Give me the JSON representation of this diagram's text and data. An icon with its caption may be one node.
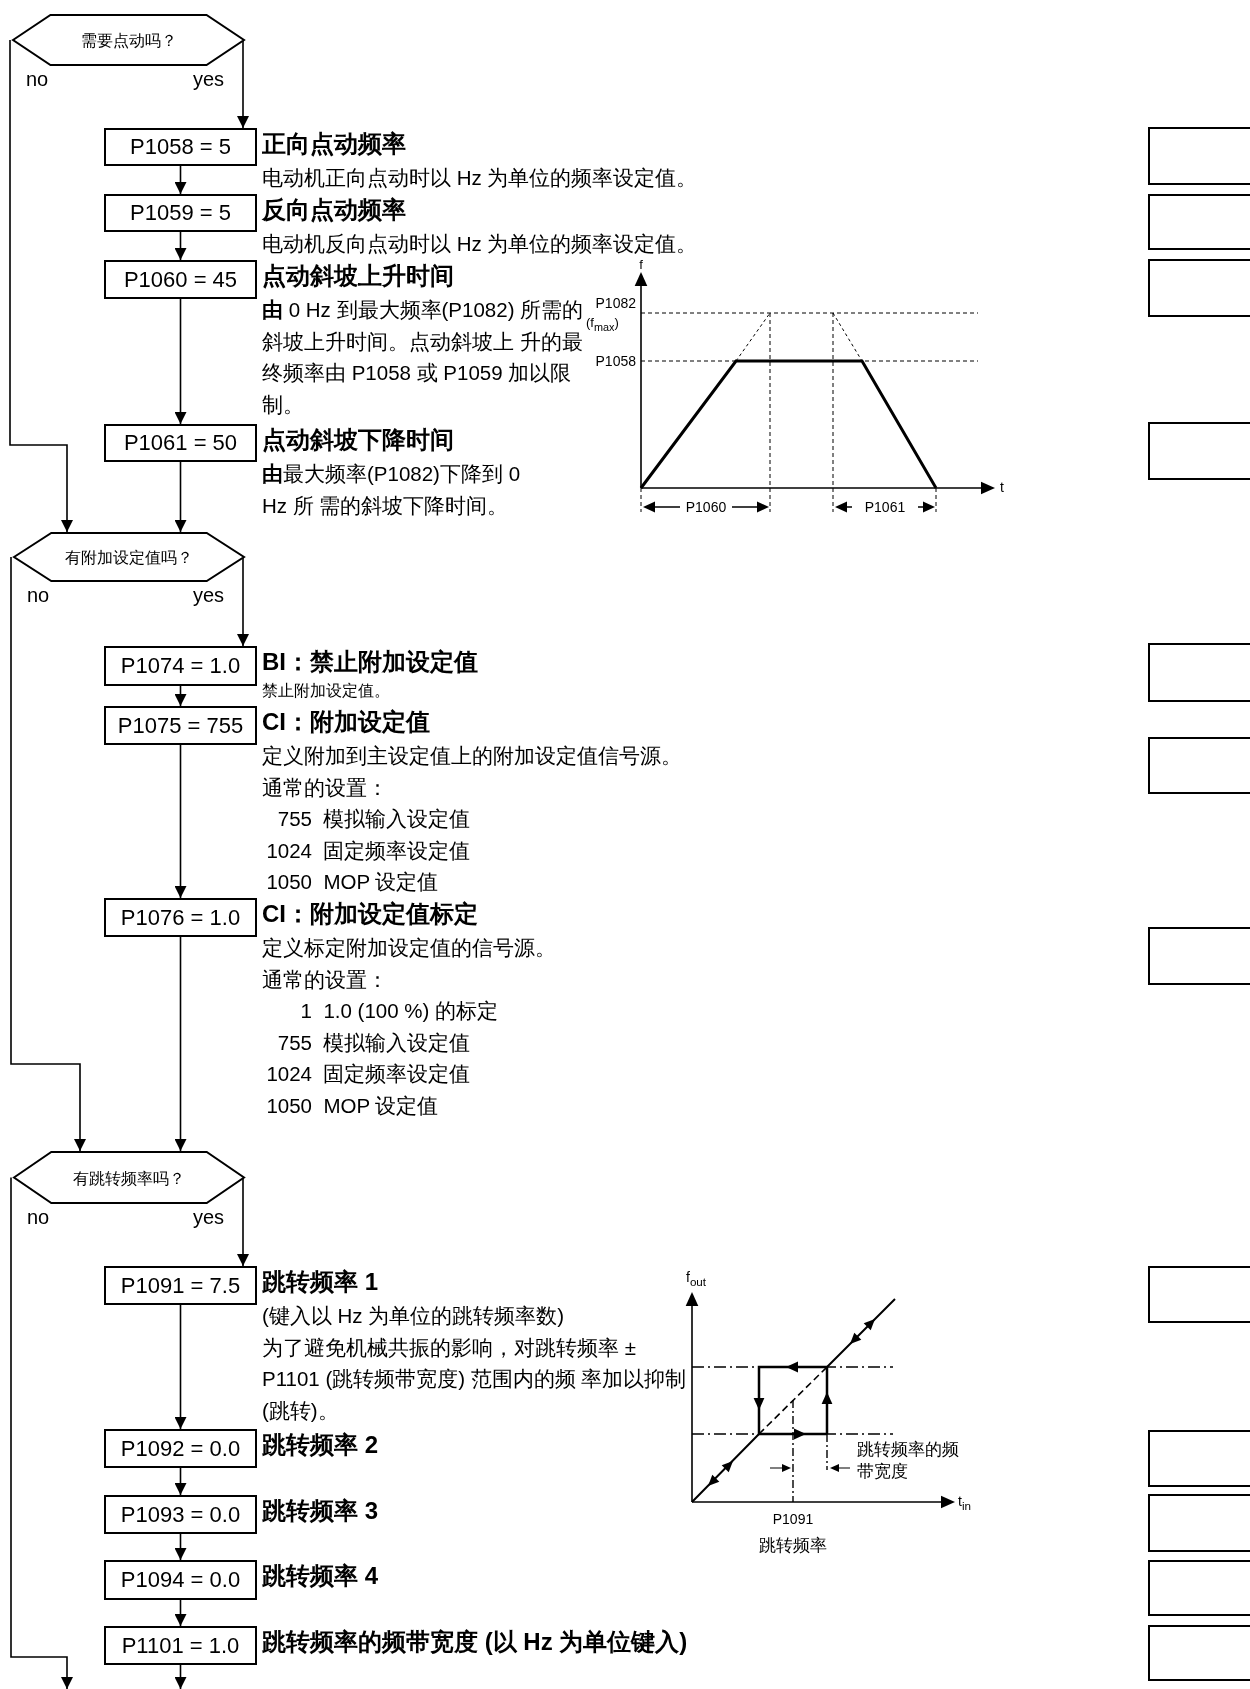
{
  "diagram": {
    "nodes": [
      {
        "text": [
          "需要点动吗？"
        ]
      },
      {
        "text": [
          "P1058 = 5"
        ],
        "beside": [
          "正向点动频率",
          "电动机正向点动时以 Hz 为单位的频率设定值。"
        ]
      },
      {
        "text": [
          "P1059 = 5"
        ],
        "beside": [
          "反向点动频率",
          "电动机反向点动时以 Hz 为单位的频率设定值。"
        ]
      },
      {
        "text": [
          "P1060 = 45"
        ],
        "beside": [
          "点动斜坡上升时间",
          "**由** 0 Hz 到最大频率(P1082) 所需的斜坡上升时间。点动斜坡上 升的最终频率由 P1058 或 P1059 加以限制。"
        ]
      },
      {
        "text": [
          "P1061 = 50"
        ],
        "beside": [
          "点动斜坡下降时间",
          "**由**最大频率(P1082)下降到 0 Hz 所 需的斜坡下降时间。"
        ]
      },
      {
        "text": [
          "有附加设定值吗？"
        ]
      },
      {
        "text": [
          "P1074 = 1.0"
        ],
        "beside": [
          "BI：禁止附加设定值",
          "禁止附加设定值。"
        ]
      },
      {
        "text": [
          "P1075 = 755"
        ],
        "beside": [
          "CI：附加设定值",
          "定义附加到主设定值上的附加设定值信号源。",
          "通常的设置：",
          "755 模拟输入设定值",
          "1024 固定频率设定值",
          "1050 MOP 设定值"
        ]
      },
      {
        "text": [
          "P1076 = 1.0"
        ],
        "beside": [
          "CI：附加设定值标定",
          "定义标定附加设定值的信号源。",
          "通常的设置：",
          "1 1.0 (100 %) 的标定",
          "755 模拟输入设定值",
          "1024 固定频率设定值",
          "1050 MOP 设定值"
        ]
      },
      {
        "text": [
          "有跳转频率吗？"
        ]
      },
      {
        "text": [
          "P1091 = 7.5"
        ],
        "beside": [
          "跳转频率 1",
          "(键入以 Hz 为单位的跳转频率数)",
          "为了避免机械共振的影响，对跳转频率 ± P1101 (跳转频带宽度) 范围内的频 率加以抑制(跳转)。"
        ]
      },
      {
        "text": [
          "P1092 = 0.0"
        ],
        "beside": [
          "跳转频率 2"
        ]
      },
      {
        "text": [
          "P1093 = 0.0"
        ],
        "beside": [
          "跳转频率 3"
        ]
      },
      {
        "text": [
          "P1094 = 0.0"
        ],
        "beside": [
          "跳转频率 4"
        ]
      },
      {
        "text": [
          "P1101 = 1.0"
        ],
        "beside": [
          "**跳转频率的频带宽度** (以 Hz 为单位键入)"
        ]
      },
      {
        "text": [],
        "shape": "box"
      },
      {
        "text": [],
        "shape": "box"
      },
      {
        "text": [],
        "shape": "box"
      },
      {
        "text": [],
        "shape": "box"
      },
      {
        "text": [],
        "shape": "box"
      },
      {
        "text": [],
        "shape": "box"
      },
      {
        "text": [],
        "shape": "box"
      },
      {
        "text": [],
        "shape": "box"
      },
      {
        "text": [],
        "shape": "box"
      },
      {
        "text": [],
        "shape": "box"
      },
      {
        "text": [],
        "shape": "box"
      },
      {
        "text": [],
        "shape": "box"
      }
    ],
    "edges": [
      {
        "from": 0,
        "to": 1,
        "arrow": "to",
        "label": "yes"
      },
      {
        "from": 1,
        "to": 2,
        "arrow": "to"
      },
      {
        "from": 2,
        "to": 3,
        "arrow": "to"
      },
      {
        "from": 3,
        "to": 4,
        "arrow": "to"
      },
      {
        "from": 4,
        "to": 5,
        "arrow": "to"
      },
      {
        "from": 0,
        "to": 5,
        "arrow": "to",
        "label": "no"
      },
      {
        "from": 5,
        "to": 6,
        "arrow": "to",
        "label": "yes"
      },
      {
        "from": 6,
        "to": 7,
        "arrow": "to"
      },
      {
        "from": 7,
        "to": 8,
        "arrow": "to"
      },
      {
        "from": 8,
        "to": 9,
        "arrow": "to"
      },
      {
        "from": 5,
        "to": 9,
        "arrow": "to",
        "label": "no"
      },
      {
        "from": 9,
        "to": 10,
        "arrow": "to",
        "label": "yes"
      },
      {
        "from": 10,
        "to": 11,
        "arrow": "to"
      },
      {
        "from": 11,
        "to": 12,
        "arrow": "to"
      },
      {
        "from": 12,
        "to": 13,
        "arrow": "to"
      },
      {
        "from": 13,
        "to": 14,
        "arrow": "to"
      },
      {
        "from": 14,
        "to": null,
        "arrow": "to"
      },
      {
        "from": 9,
        "to": null,
        "arrow": "to",
        "label": "no"
      }
    ],
    "labels": [
      "f",
      "P1082",
      "(f$_{max}$)",
      "P1058",
      "t",
      "P1060",
      "P1061",
      "f$_{out}$",
      "t$_{in}$",
      "跳转频率的频带宽度",
      "P1091",
      "跳转频率"
    ]
  }
}
